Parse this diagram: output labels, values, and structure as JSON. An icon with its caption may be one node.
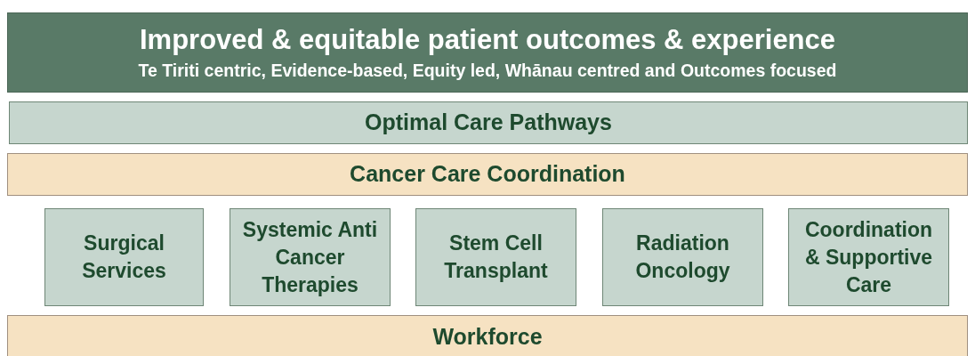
{
  "diagram": {
    "nodes": [
      {
        "text": [
          "Improved & equitable patient outcomes & experience",
          "Te Tiriti centric, Evidence-based, Equity led, Whānau centred and Outcomes focused"
        ]
      },
      {
        "text": [
          "Optimal Care Pathways"
        ]
      },
      {
        "text": [
          "Cancer Care Coordination"
        ]
      },
      {
        "text": [
          "Surgical Services"
        ]
      },
      {
        "text": [
          "Systemic Anti Cancer Therapies"
        ]
      },
      {
        "text": [
          "Stem Cell Transplant"
        ]
      },
      {
        "text": [
          "Radiation Oncology"
        ]
      },
      {
        "text": [
          "Coordination & Supportive Care"
        ]
      },
      {
        "text": [
          "Workforce"
        ]
      }
    ]
  }
}
